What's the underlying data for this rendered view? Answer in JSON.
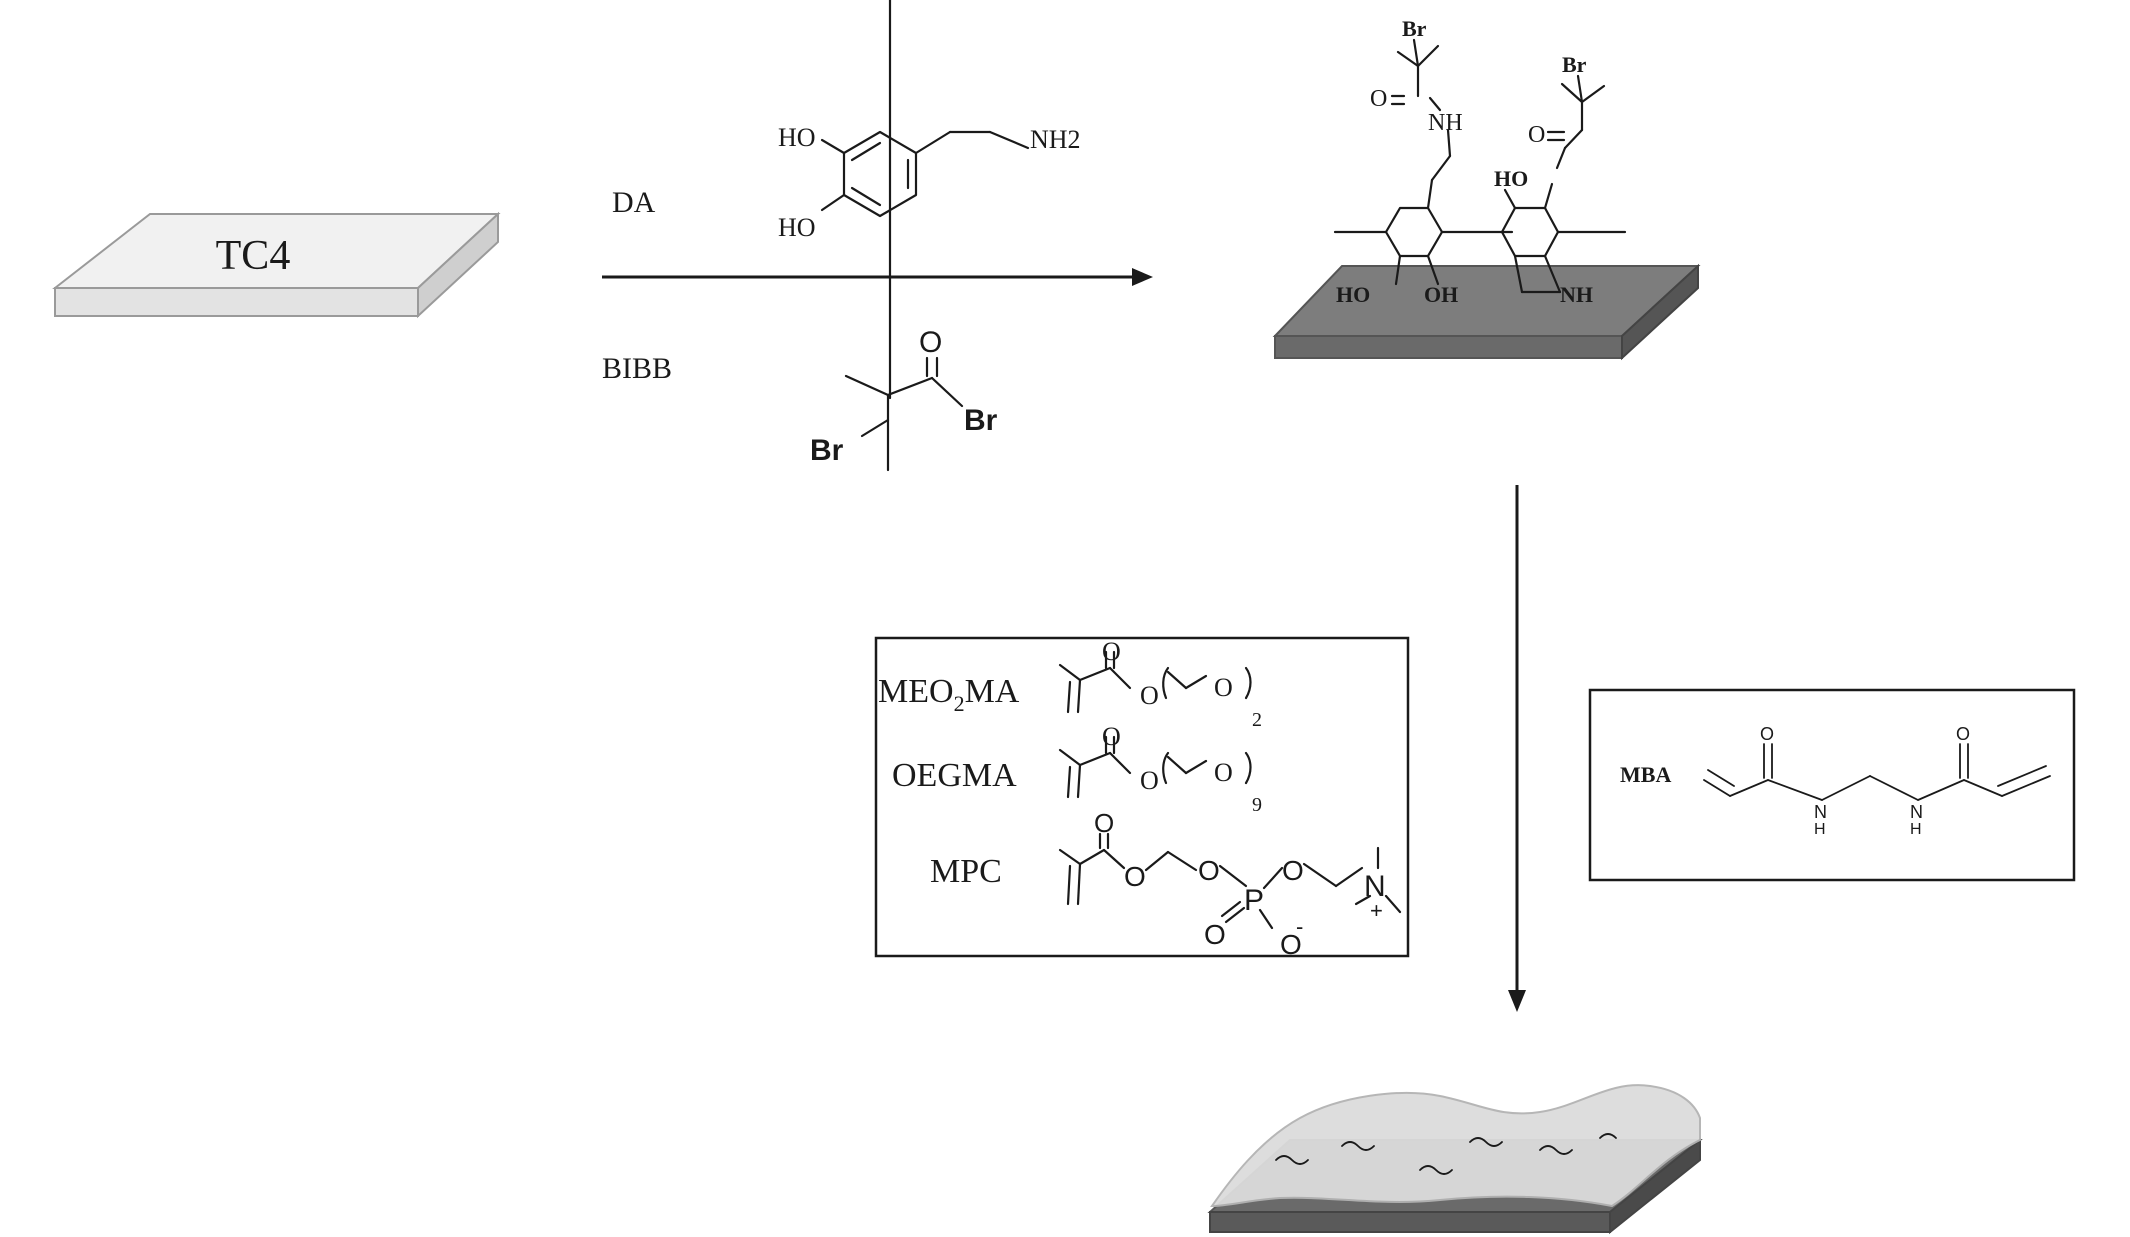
{
  "substrate": {
    "label": "TC4"
  },
  "reagents": {
    "da": {
      "label": "DA",
      "ho_top": "HO",
      "ho_bottom": "HO",
      "amine": "NH2"
    },
    "bibb": {
      "label": "BIBB",
      "oxygen": "O",
      "br_acyl": "Br",
      "br_alkyl": "Br"
    }
  },
  "initiator_surface": {
    "br_left": "Br",
    "br_right": "Br",
    "o_left": "O",
    "nh_amide": "NH",
    "o_right": "O",
    "ho_right": "HO",
    "ho_ring": "HO",
    "oh_ring": "OH",
    "nh_indole": "NH"
  },
  "monomer_box": {
    "rows": [
      {
        "name_main": "MEO",
        "name_sub": "2",
        "name_tail": "MA",
        "repeat": "2"
      },
      {
        "name": "OEGMA",
        "repeat": "9"
      },
      {
        "name": "MPC"
      }
    ],
    "atom_o": "O",
    "atom_p": "P",
    "atom_n": "N"
  },
  "crosslinker_box": {
    "label": "MBA",
    "atom_o": "O",
    "atom_n": "N",
    "atom_h": "H"
  },
  "colors": {
    "plate_top": "#f1f1f1",
    "dark_plate": "#7d7d7d",
    "hydrogel": "#dcdcdc",
    "ink": "#1a1a1a"
  }
}
